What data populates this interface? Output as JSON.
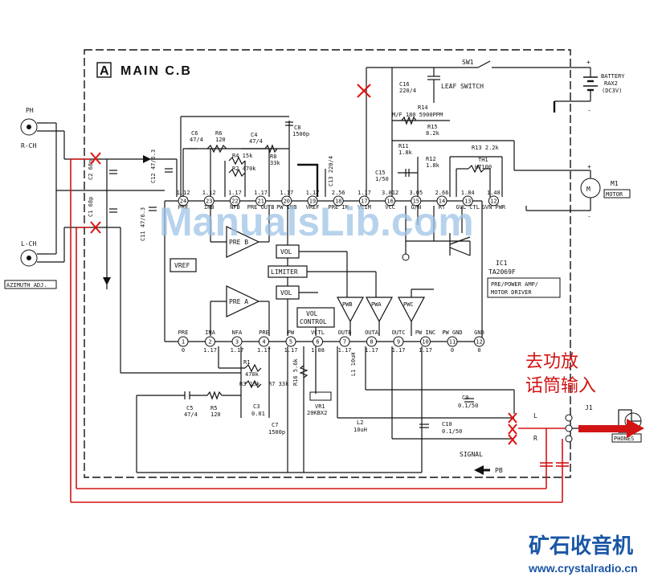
{
  "board": {
    "letter": "A",
    "title": "MAIN C.B"
  },
  "ic": {
    "name": "IC1",
    "part": "TA2069F",
    "function_line1": "PRE/POWER AMP/",
    "function_line2": "MOTOR DRIVER",
    "top_pins": [
      {
        "num": "24",
        "name": "PRE",
        "vol": "1.12"
      },
      {
        "num": "23",
        "name": "INB",
        "vol": "1.12"
      },
      {
        "num": "22",
        "name": "NFB",
        "vol": "1.17"
      },
      {
        "num": "21",
        "name": "PRE OUTB",
        "vol": "1.17"
      },
      {
        "num": "20",
        "name": "PW INB",
        "vol": "1.17"
      },
      {
        "num": "19",
        "name": "VREF",
        "vol": "1.17"
      },
      {
        "num": "18",
        "name": "PRE IN",
        "vol": "2.56"
      },
      {
        "num": "17",
        "name": "VLIM",
        "vol": "1.17"
      },
      {
        "num": "16",
        "name": "VCC",
        "vol": "3.012"
      },
      {
        "num": "15",
        "name": "G/N",
        "vol": "3.05"
      },
      {
        "num": "14",
        "name": "RT",
        "vol": "2.66"
      },
      {
        "num": "13",
        "name": "GVL CTL",
        "vol": "1.84"
      },
      {
        "num": "12",
        "name": "GVN PWR",
        "vol": "1.48"
      }
    ],
    "bottom_pins": [
      {
        "num": "1",
        "name": "PRE",
        "vol": "0"
      },
      {
        "num": "2",
        "name": "INA",
        "vol": "1.17"
      },
      {
        "num": "3",
        "name": "NFA",
        "vol": "1.17"
      },
      {
        "num": "4",
        "name": "PRE",
        "vol": "1.17"
      },
      {
        "num": "5",
        "name": "PW",
        "vol": "1.17"
      },
      {
        "num": "6",
        "name": "VCTL",
        "vol": "1.08"
      },
      {
        "num": "7",
        "name": "OUTB",
        "vol": "1.17"
      },
      {
        "num": "8",
        "name": "OUTA",
        "vol": "1.17"
      },
      {
        "num": "9",
        "name": "OUTC",
        "vol": "1.17"
      },
      {
        "num": "10",
        "name": "PW INC",
        "vol": "1.17"
      },
      {
        "num": "11",
        "name": "PW GND",
        "vol": "0"
      },
      {
        "num": "12",
        "name": "GND",
        "vol": "0"
      }
    ],
    "blocks": {
      "pre_b": "PRE B",
      "pre_a": "PRE A",
      "vol1": "VOL",
      "vol2": "VOL",
      "limiter": "LIMITER",
      "vol_control_1": "VOL",
      "vol_control_2": "CONTROL",
      "vref": "VREF",
      "pwb": "PWB",
      "pwa": "PWA",
      "pwc": "PWC"
    }
  },
  "heads": {
    "r_label": "PH",
    "r_ch": "R-CH",
    "l_label": "L-CH",
    "l_sub": "AZIMUTH ADJ."
  },
  "battery": {
    "label": "BATTERY",
    "type": "RAX2",
    "volt": "(DC3V)"
  },
  "switch": {
    "name": "SW1",
    "desc": "LEAF SWITCH"
  },
  "motor": {
    "name": "M1",
    "desc": "MOTOR"
  },
  "jack": {
    "name": "J1",
    "desc": "PHONES",
    "l": "L",
    "r": "R"
  },
  "signal_label": "SIGNAL",
  "pb_label": "PB",
  "components": [
    {
      "id": "C6",
      "val": "47/4"
    },
    {
      "id": "R6",
      "val": "120"
    },
    {
      "id": "C4",
      "val": "47/4"
    },
    {
      "id": "R4",
      "val": "15k"
    },
    {
      "id": "R2",
      "val": "470k"
    },
    {
      "id": "R8",
      "val": "33k"
    },
    {
      "id": "C8",
      "val": "1500p"
    },
    {
      "id": "C13",
      "val": "220/4"
    },
    {
      "id": "C16",
      "val": "220/4"
    },
    {
      "id": "R14",
      "val": "180 5900PPM"
    },
    {
      "id": "R15",
      "val": "8.2k"
    },
    {
      "id": "R11",
      "val": "1.8k"
    },
    {
      "id": "R12",
      "val": "1.8k"
    },
    {
      "id": "C15",
      "val": "1/50"
    },
    {
      "id": "R13",
      "val": "2.2k"
    },
    {
      "id": "TH1",
      "val": "HT100"
    },
    {
      "id": "C2",
      "val": "68p"
    },
    {
      "id": "C1",
      "val": "68p"
    },
    {
      "id": "C12",
      "val": "47/6.3"
    },
    {
      "id": "C11",
      "val": "47/6.3"
    },
    {
      "id": "R1",
      "val": "470k"
    },
    {
      "id": "R3",
      "val": "15k"
    },
    {
      "id": "R7",
      "val": "33k"
    },
    {
      "id": "C3",
      "val": "0.01"
    },
    {
      "id": "C5",
      "val": "47/4"
    },
    {
      "id": "R5",
      "val": "120"
    },
    {
      "id": "C7",
      "val": "1500p"
    },
    {
      "id": "R16",
      "val": "5.6k"
    },
    {
      "id": "VR1",
      "val": "20KBX2"
    },
    {
      "id": "L1",
      "val": "10uH"
    },
    {
      "id": "L2",
      "val": "10uH"
    },
    {
      "id": "C9",
      "val": "0.1/50"
    },
    {
      "id": "C10",
      "val": "0.1/50"
    },
    {
      "id": "M/F",
      "val": ""
    }
  ],
  "annotation": {
    "line1": "去功放",
    "line2": "话筒输入"
  },
  "watermark": "ManualsLib.com",
  "brand": {
    "name": "矿石收音机",
    "url": "www.crystalradio.cn"
  },
  "colors": {
    "annotation": "#d21414",
    "watermark": "#9fc4e6",
    "brand": "#1a56a6",
    "ink": "#111111"
  }
}
